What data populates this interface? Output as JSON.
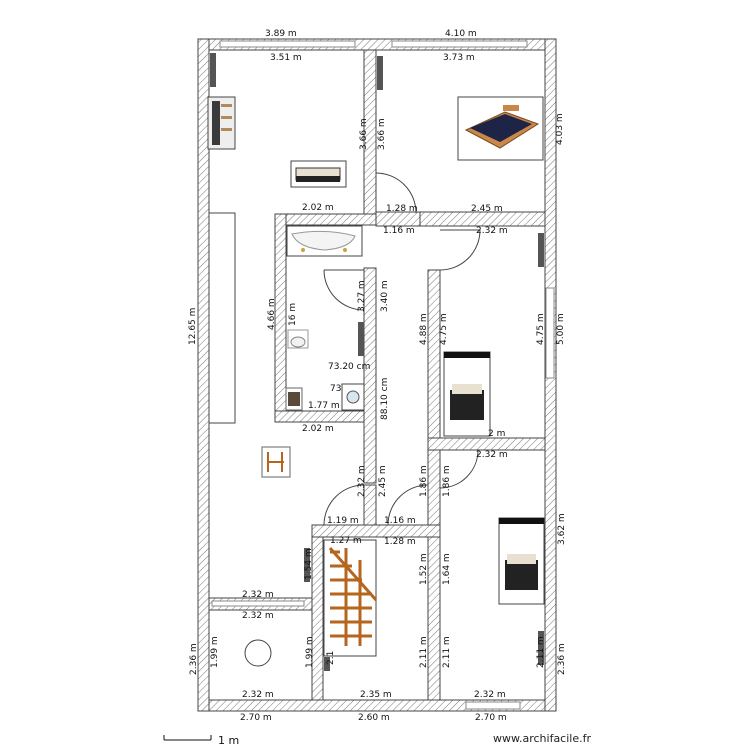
{
  "plan": {
    "dimensions": {
      "top_outer_left": "3.89 m",
      "top_outer_right": "4.10 m",
      "top_inner_left": "3.51 m",
      "top_inner_right": "3.73 m",
      "room_tl_height_a": "3.66 m",
      "room_tl_height_b": "3.66 m",
      "room_tr_height": "4.03 m",
      "bath_top": "2.02 m",
      "hall_top_a": "1.28 m",
      "room_tr_bottom": "2.45 m",
      "hall_width_a": "1.16 m",
      "room_r2_top": "2.32 m",
      "living_height": "12.65 m",
      "bath_height": "4.66 m",
      "bath_wc_a": "3.27 m",
      "hall_height_a": "3.40 m",
      "hall_height_b": "4.88 m",
      "room_r2_height_a": "4.75 m",
      "room_r2_height_b": "4.75 m",
      "room_r2_outer": "5.00 m",
      "wc_small": "16 m",
      "closet_width": "73.20 cm",
      "closet_small": "73",
      "closet_height": "88.10 cm",
      "bath_bottom_inner": "1.77 m",
      "bath_bottom": "2.02 m",
      "room_r2_bottom": "2 m",
      "room_r3_top": "2.32 m",
      "hall_low_a": "2.32 m",
      "hall_low_b": "2.45 m",
      "hall_low_c": "1.86 m",
      "hall_low_d": "1.86 m",
      "room_r3_height": "3.62 m",
      "door_a": "1.19 m",
      "door_b": "1.16 m",
      "stair_top": "1.27 m",
      "stair_top_b": "1.28 m",
      "stair_left": "1.54 m",
      "stair_mid_a": "1.52 m",
      "stair_mid_b": "1.64 m",
      "bl_top_outer": "2.32 m",
      "bl_top_inner": "2.32 m",
      "bl_outer_height": "2.36 m",
      "bl_height_a": "1.99 m",
      "bl_height_b": "1.99 m",
      "stair_bottom_mid": "2.1",
      "bm_height_a": "2.11 m",
      "bm_height_b": "2.11 m",
      "br_height_a": "2.11 m",
      "br_height_b": "2.36 m",
      "bl_bottom_inner": "2.32 m",
      "bm_bottom_inner": "2.35 m",
      "br_bottom_inner": "2.32 m",
      "bottom_outer_left": "2.70 m",
      "bottom_outer_mid": "2.60 m",
      "bottom_outer_right": "2.70 m"
    },
    "scale_label": "1 m",
    "brand": "www.archifacile.fr"
  },
  "colors": {
    "wall": "#444444",
    "hatch": "#777777",
    "window": "#888888"
  }
}
